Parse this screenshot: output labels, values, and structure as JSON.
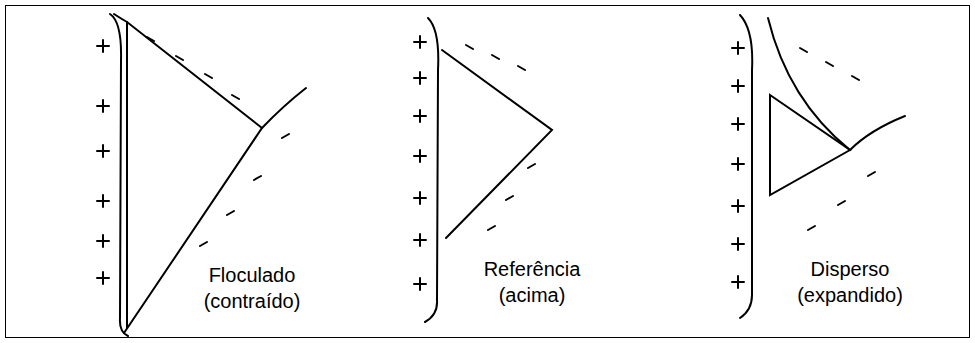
{
  "diagram": {
    "labels": [
      "Floculado (contraído)",
      "Referência (acima)",
      "Disperso (expandido)"
    ]
  }
}
